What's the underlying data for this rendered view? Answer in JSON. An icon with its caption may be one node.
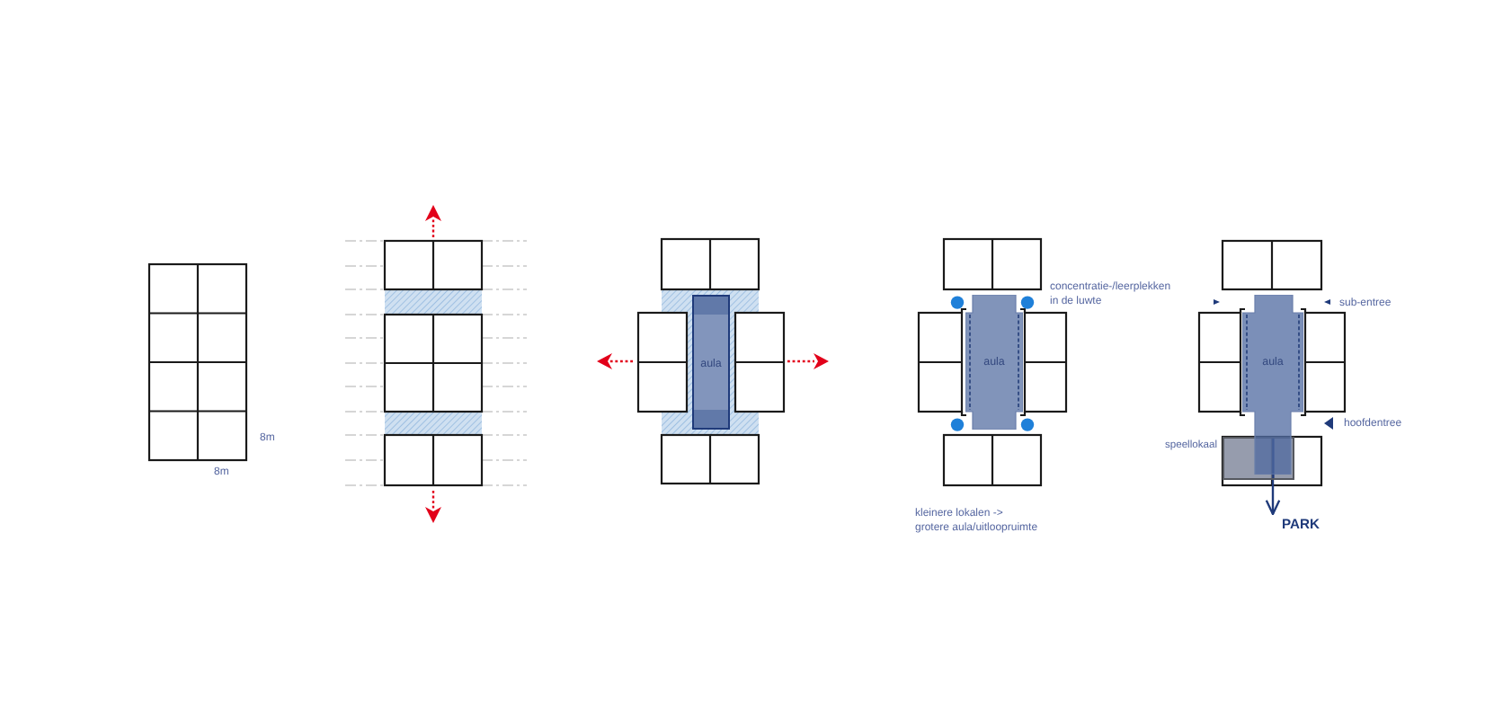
{
  "diagram": {
    "nodes": [
      {
        "text": [
          "aula"
        ]
      },
      {
        "text": [
          "aula"
        ]
      },
      {
        "text": [
          "aula"
        ]
      },
      {
        "text": [
          "speellokaal"
        ]
      },
      {
        "text": [
          "PARK"
        ]
      }
    ],
    "edges": [
      {
        "from": 3,
        "to": 4,
        "arrow": "to"
      }
    ],
    "labels": [
      "8m",
      "8m",
      "concentratie-/leerplekken in de luwte",
      "kleinere lokalen -> grotere aula/uitloopruimte",
      "sub-entree",
      "hoofdentree"
    ]
  }
}
